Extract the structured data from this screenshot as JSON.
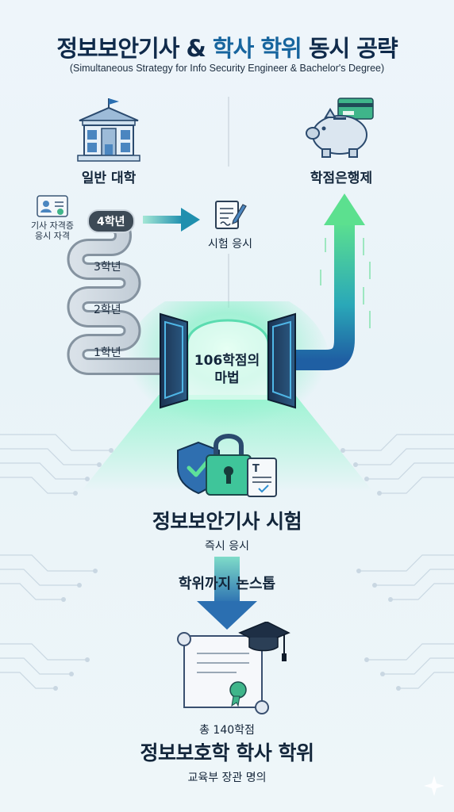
{
  "header": {
    "title_part1": "정보보안기사 & ",
    "title_part2": "학사 학위",
    "title_part3": " 동시 공략",
    "subtitle": "(Simultaneous Strategy for Info Security Engineer & Bachelor's Degree)"
  },
  "left_path": {
    "university_label": "일반 대학",
    "cert_note": [
      "기사 자격증",
      "응시 자격"
    ],
    "years": [
      "4학년",
      "3학년",
      "2학년",
      "1학년"
    ]
  },
  "exam_note": {
    "label": "시험 응시"
  },
  "credit_bank": {
    "label": "학점은행제"
  },
  "gate": {
    "label": [
      "106학점의",
      "마법"
    ]
  },
  "exam": {
    "title": "정보보안기사 시험",
    "subtitle": "즉시 응시"
  },
  "transition": {
    "label": "학위까지 논스톱"
  },
  "degree": {
    "credits": "총 140학점",
    "title": "정보보호학 학사 학위",
    "issuer": "교육부 장관 명의"
  },
  "colors": {
    "navy": "#0f2a4a",
    "accent_blue": "#17659e",
    "teal_green": "#3fd59a",
    "glow": "#7ff0c4"
  }
}
